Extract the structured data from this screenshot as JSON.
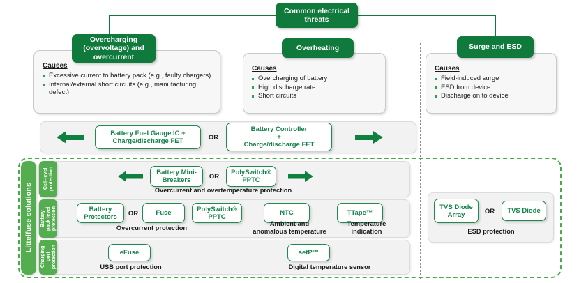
{
  "diagram": {
    "root": {
      "label": "Common electrical\nthreats"
    },
    "threats": [
      {
        "id": "overcharging",
        "label": "Overcharging\n(overvoltage) and\novercurrent",
        "causes_title": "Causes",
        "causes": [
          "Excessive current to battery pack (e.g., faulty chargers)",
          "Internal/external short circuits (e.g., manufacturing defect)"
        ]
      },
      {
        "id": "overheating",
        "label": "Overheating",
        "causes_title": "Causes",
        "causes": [
          "Overcharging of battery",
          "High discharge rate",
          "Short circuits"
        ]
      },
      {
        "id": "surge-esd",
        "label": "Surge and ESD",
        "causes_title": "Causes",
        "causes": [
          "Field-induced surge",
          "ESD from device",
          "Discharge on to device"
        ]
      }
    ],
    "controller_row": {
      "left_chip": "Battery Fuel Gauge IC +\nCharge/discharge FET",
      "or": "OR",
      "right_chip": "Battery Controller\n+\nCharge/discharge FET",
      "left_arrow": "arrow-left",
      "right_arrow": "arrow-right"
    },
    "littelfuse": {
      "frame_label": "Littelfuse solutions",
      "rows": [
        {
          "tag": "Cell-level\nprotection",
          "chips": [
            "Battery Mini-\nBreakers",
            "PolySwitch®\nPPTC"
          ],
          "or": "OR",
          "caption": "Overcurrent and overtemperature protection"
        },
        {
          "tag": "Battery\npack level\nprotection",
          "chips": [
            "Battery\nProtectors",
            "Fuse",
            "PolySwitch®\nPPTC",
            "NTC",
            "TTape™"
          ],
          "or": "OR",
          "caption_left": "Overcurrent protection",
          "caption_mid": "Ambient and\nanomalous temperature",
          "caption_right": "Temperature\nindication"
        },
        {
          "tag": "Charging\nport\nprotection",
          "chips": [
            "eFuse",
            "setP™"
          ],
          "caption_left": "USB port protection",
          "caption_right": "Digital temperature sensor"
        }
      ]
    },
    "esd": {
      "chips": [
        "TVS Diode\nArray",
        "TVS Diode"
      ],
      "or": "OR",
      "caption": "ESD protection"
    },
    "colors": {
      "dark_green": "#0f7a3c",
      "mid_green": "#14824a",
      "light_green": "#54ad4f",
      "dashed_green": "#4aa94a",
      "panel_grey": "#f2f2f2",
      "card_grey": "#f7f7f7",
      "text": "#1a1a1a"
    }
  }
}
